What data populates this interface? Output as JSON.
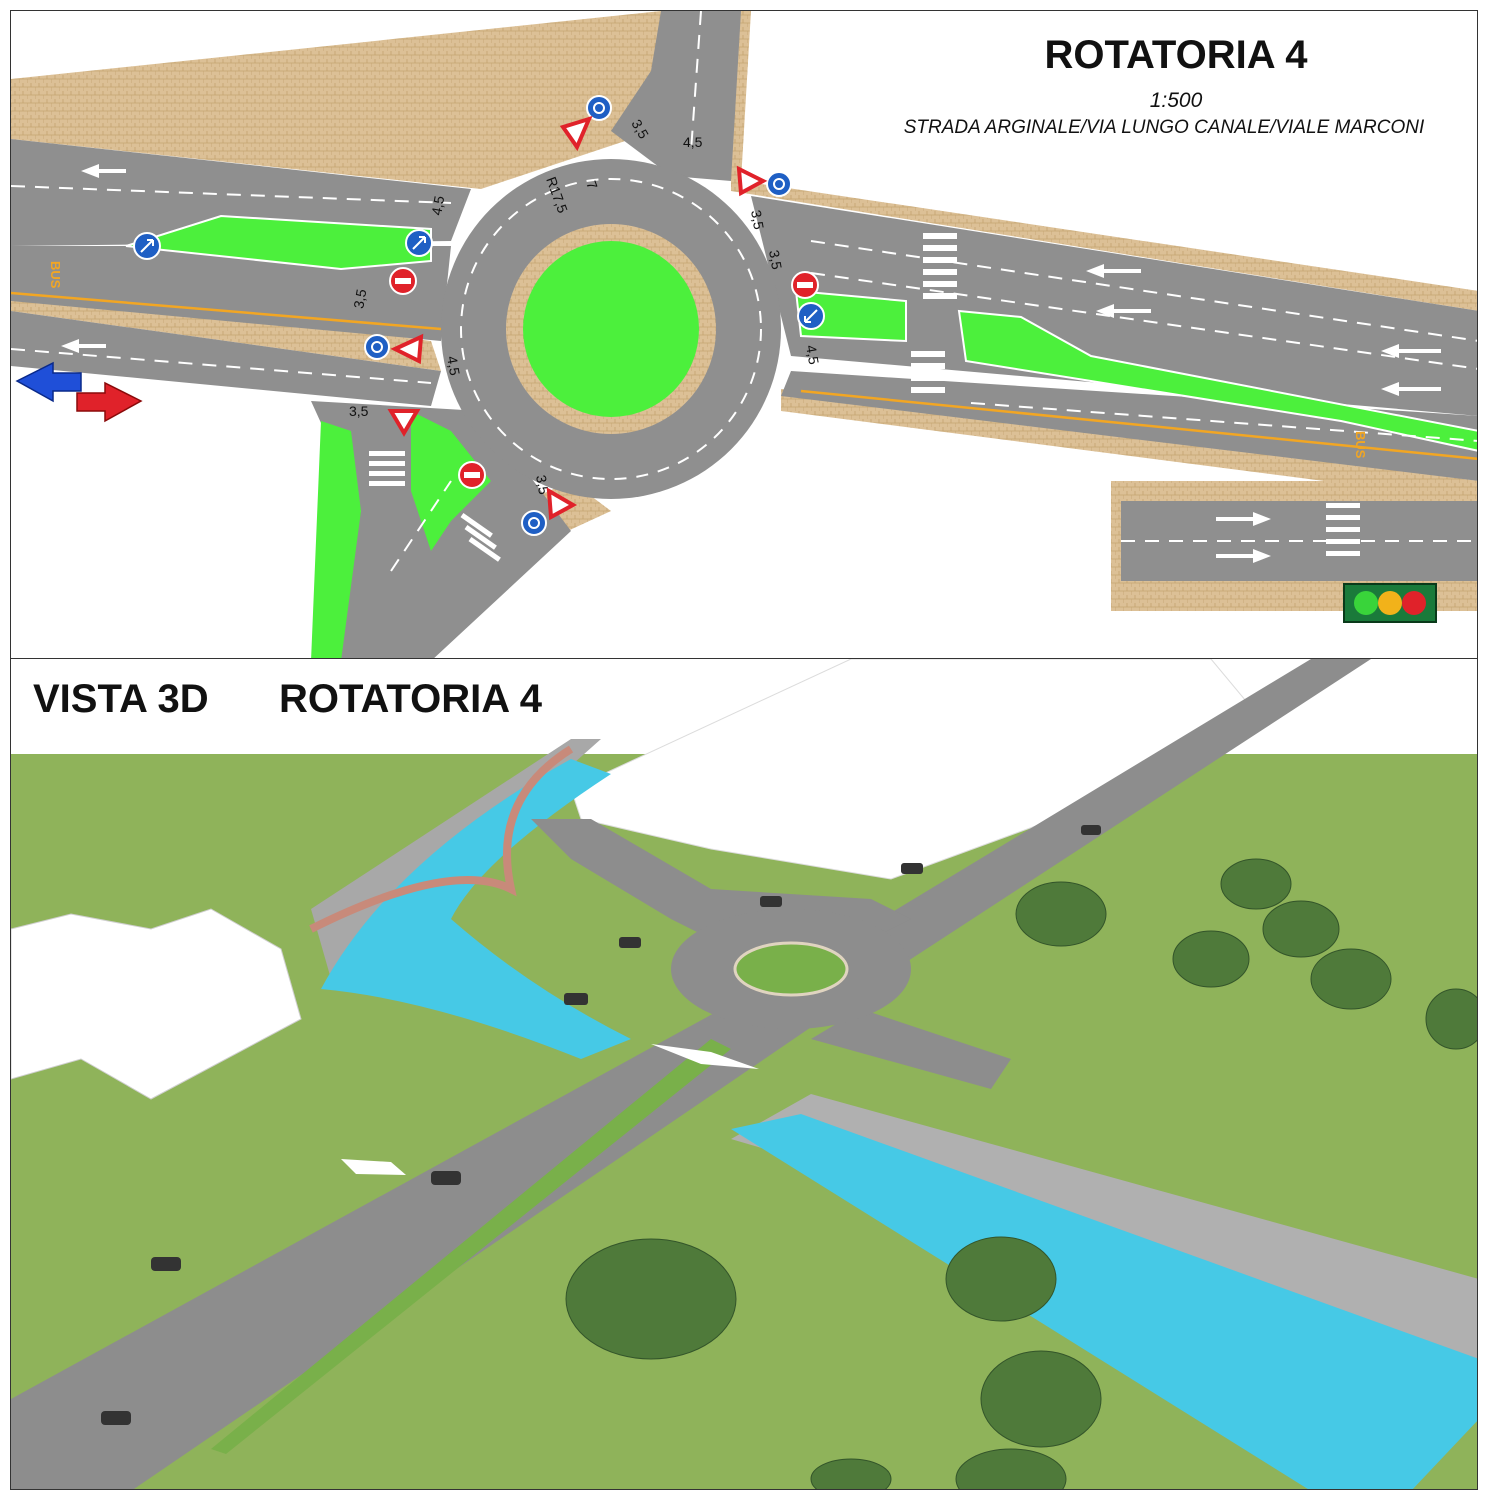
{
  "plan": {
    "title": "ROTATORIA 4",
    "scale": "1:500",
    "subtitle": "STRADA ARGINALE/VIA LUNGO CANALE/VIALE MARCONI",
    "dimensions": [
      "4,5",
      "R17,5",
      "7",
      "3,5",
      "4,5",
      "3,5",
      "3,5",
      "3,5",
      "4,5",
      "3,5",
      "4,5",
      "3,5"
    ],
    "bus_label": "BUS"
  },
  "view3d": {
    "title_a": "VISTA 3D",
    "title_b": "ROTATORIA 4"
  },
  "colors": {
    "road": "#8f8f8f",
    "green": "#4cf03c",
    "sidewalk": "#d8b98c",
    "grass_3d": "#8fb35a",
    "water": "#46c9e6",
    "sign_blue": "#1f5fc4",
    "sign_red": "#e0222a"
  }
}
